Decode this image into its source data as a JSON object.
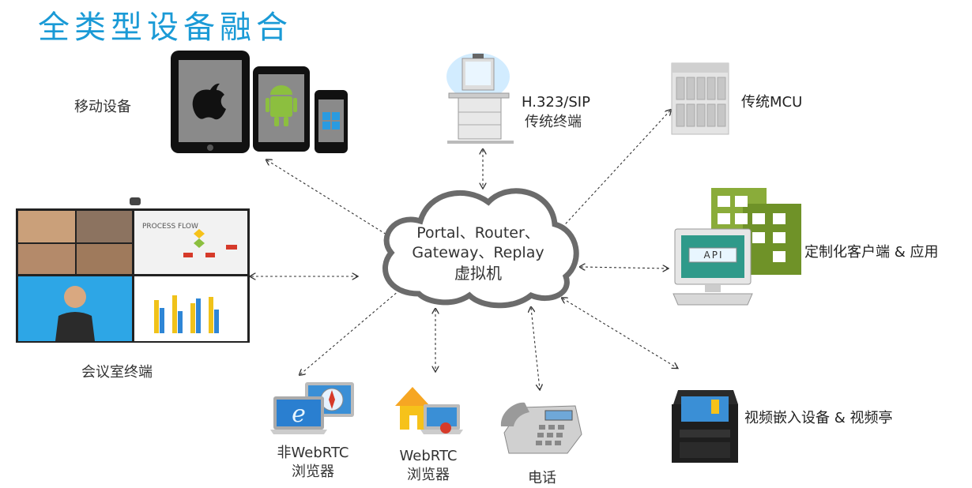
{
  "title": "全类型设备融合",
  "cloud": {
    "line1": "Portal、Router、",
    "line2": "Gateway、Replay",
    "line3": "虚拟机"
  },
  "nodes": {
    "mobile": "移动设备",
    "h323_line1": "H.323/SIP",
    "h323_line2": "传统终端",
    "mcu": "传统MCU",
    "custom": "定制化客户端 & 应用",
    "meeting_room": "会议室终端",
    "non_webrtc_line1": "非WebRTC",
    "non_webrtc_line2": "浏览器",
    "webrtc_line1": "WebRTC",
    "webrtc_line2": "浏览器",
    "phone": "电话",
    "kiosk": "视频嵌入设备 & 视频亭"
  },
  "screen_texts": {
    "process_flow": "PROCESS FLOW",
    "api": "API"
  },
  "icons": [
    "tablet-icon",
    "android-tablet-icon",
    "phone-device-icon",
    "video-cart-icon",
    "server-icon",
    "building-icon",
    "api-monitor-icon",
    "video-wall-icon",
    "laptop-browser-icon",
    "home-laptop-icon",
    "desk-phone-icon",
    "kiosk-icon"
  ],
  "colors": {
    "title": "#1a9ad6",
    "building": "#8aac3a",
    "link": "#333333"
  }
}
